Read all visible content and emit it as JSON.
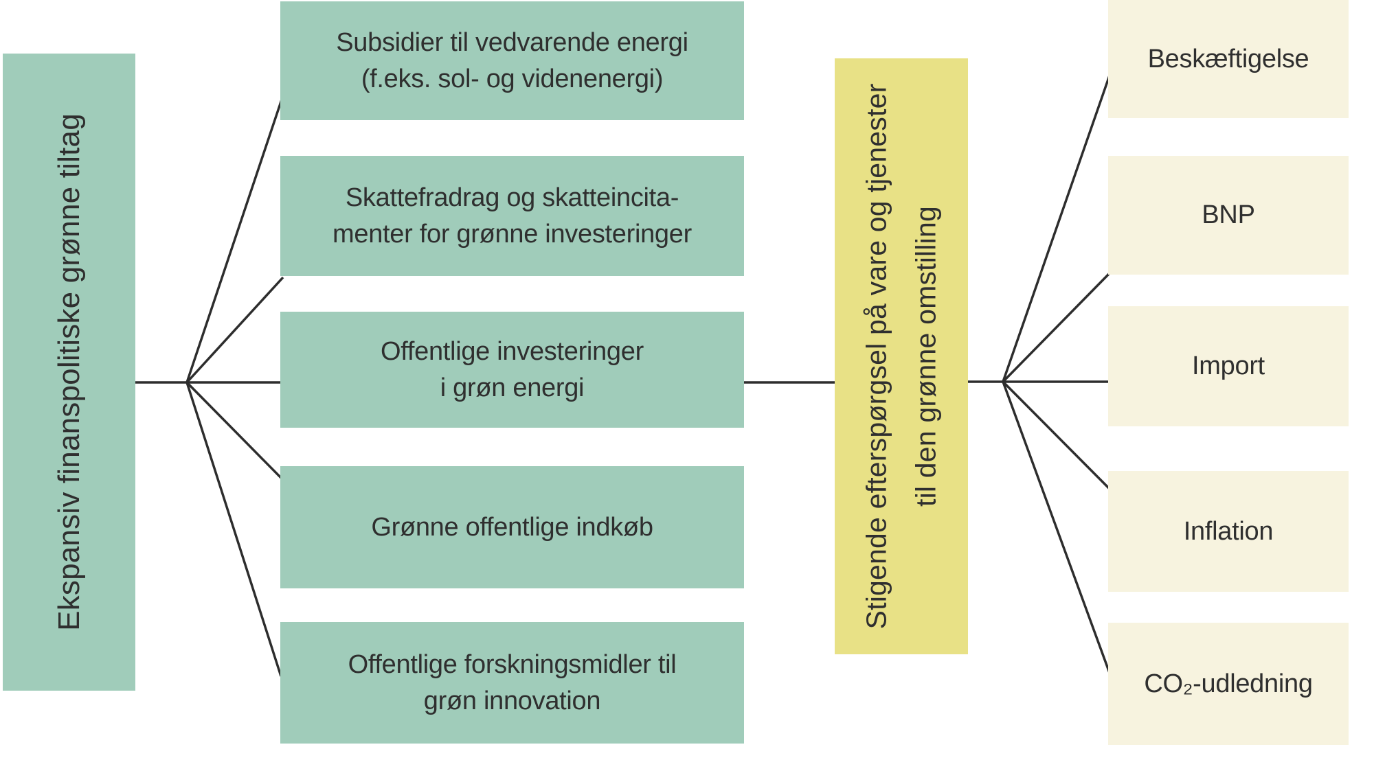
{
  "diagram": {
    "source": {
      "label": "Ekspansiv finanspolitiske grønne tiltag"
    },
    "measures": [
      {
        "lines": [
          "Subsidier til vedvarende energi",
          "(f.eks. sol- og videnenergi)"
        ]
      },
      {
        "lines": [
          "Skattefradrag og skatteincita-",
          "menter for grønne investeringer"
        ]
      },
      {
        "lines": [
          "Offentlige investeringer",
          "i grøn energi"
        ]
      },
      {
        "lines": [
          "Grønne offentlige indkøb"
        ]
      },
      {
        "lines": [
          "Offentlige forskningsmidler til",
          "grøn innovation"
        ]
      }
    ],
    "demand": {
      "lines": [
        "Stigende efterspørgsel på vare og tjenester",
        "til den grønne omstilling"
      ]
    },
    "effects": [
      {
        "label": "Beskæftigelse"
      },
      {
        "label": "BNP"
      },
      {
        "label": "Import"
      },
      {
        "label": "Inflation"
      },
      {
        "label": "CO₂-udledning"
      }
    ],
    "colors": {
      "source_box": "#a0ccba",
      "measure_box": "#a0ccba",
      "demand_box": "#e8e186",
      "effect_box": "#f7f3df",
      "connector": "#2d2d2d",
      "text": "#2f2f2f"
    }
  }
}
